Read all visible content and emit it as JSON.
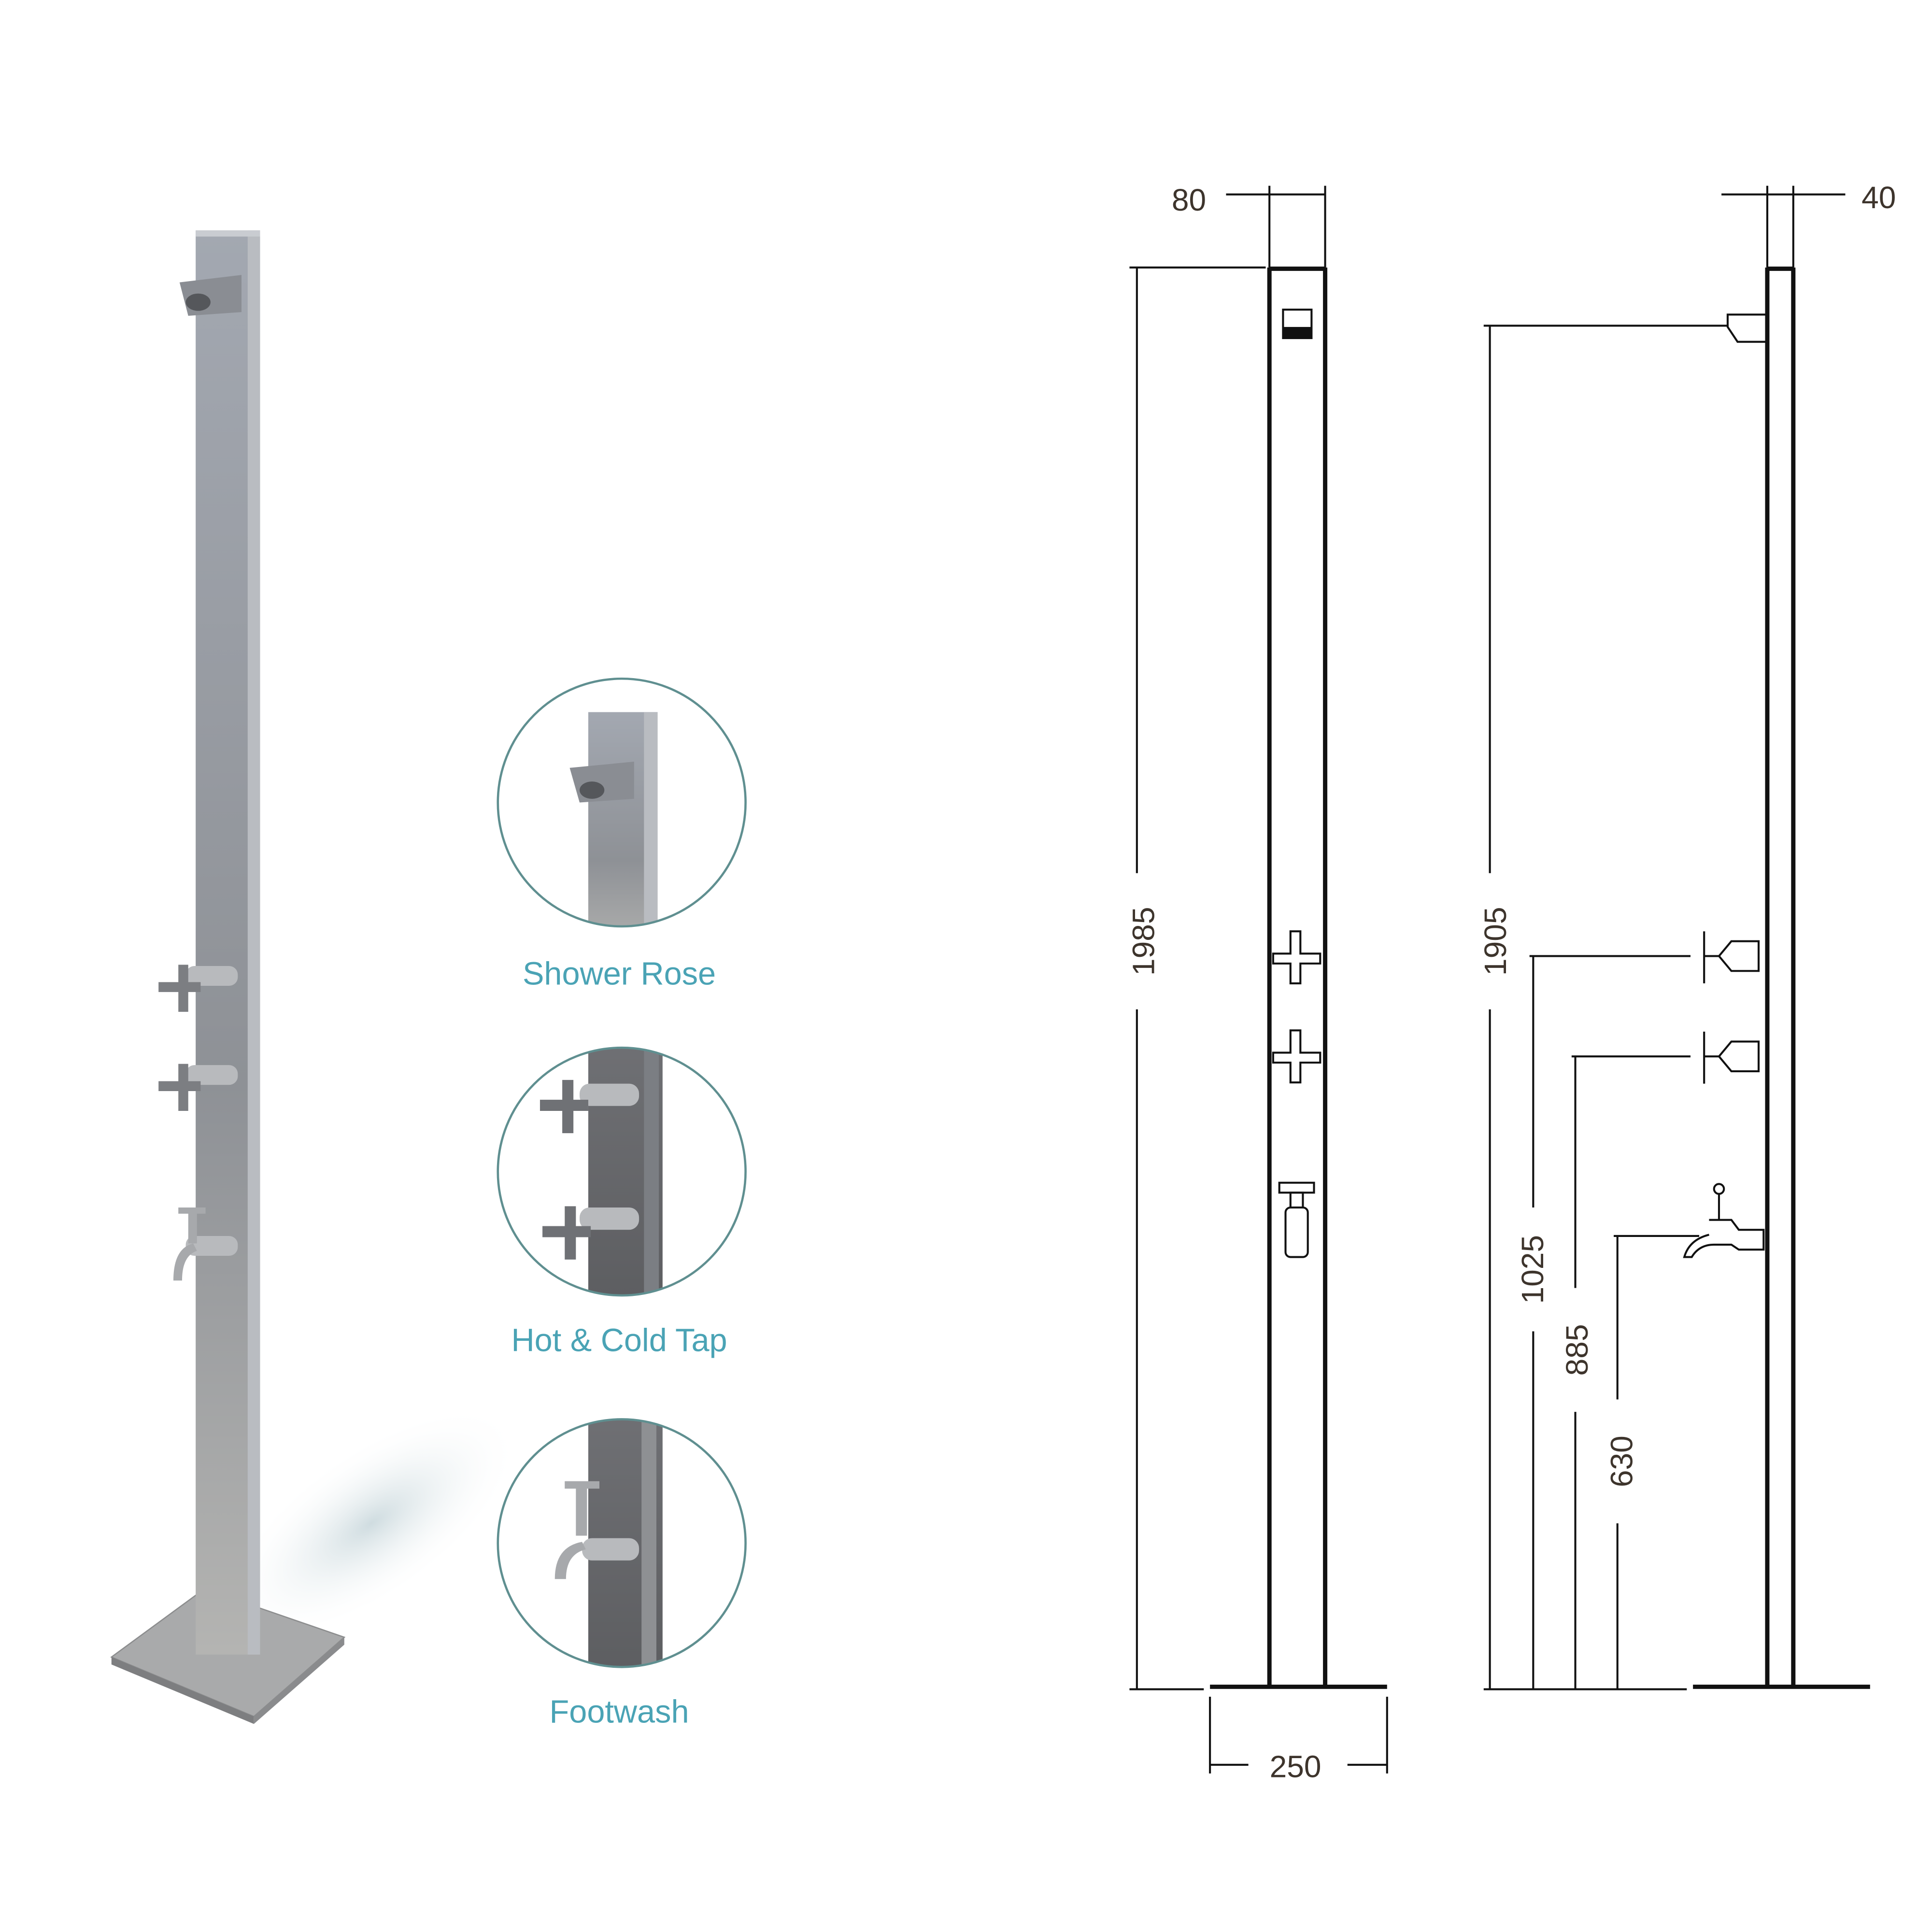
{
  "callouts": [
    {
      "label": "Shower Rose"
    },
    {
      "label": "Hot & Cold Tap"
    },
    {
      "label": "Footwash"
    }
  ],
  "front_view": {
    "width_label": "80",
    "height_label": "1985",
    "base_label": "250"
  },
  "side_view": {
    "depth_label": "40",
    "shower_height_label": "1905",
    "upper_tap_height_label": "1025",
    "lower_tap_height_label": "885",
    "footwash_height_label": "630"
  },
  "colors": {
    "label": "#4aa3b5",
    "circle": "#5f8f90",
    "pole": "#9a9da3",
    "dimension_text": "#3d342c"
  }
}
